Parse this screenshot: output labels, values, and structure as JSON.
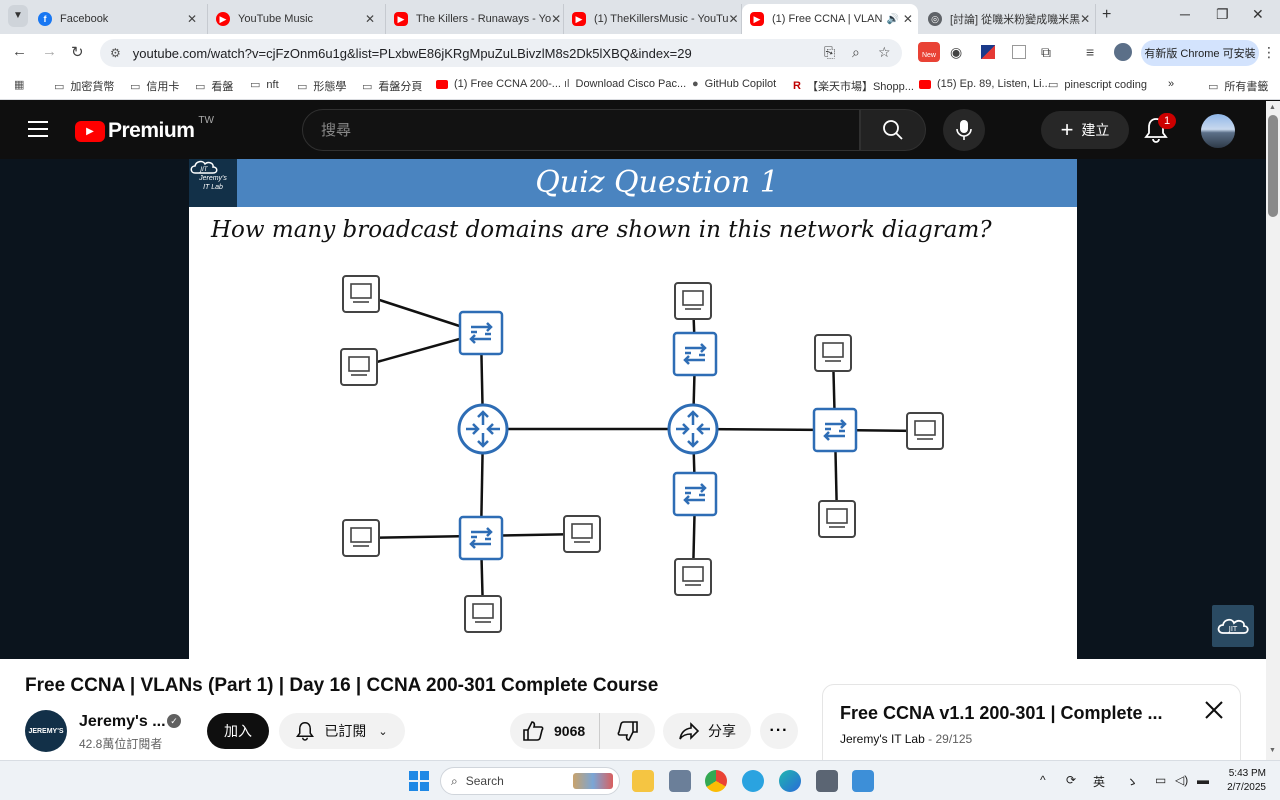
{
  "browser": {
    "tabs": [
      {
        "title": "Facebook",
        "icon": "facebook-icon"
      },
      {
        "title": "YouTube Music",
        "icon": "youtube-music-icon"
      },
      {
        "title": "The Killers - Runaways - Yo",
        "icon": "youtube-icon"
      },
      {
        "title": "(1) TheKillersMusic - YouTu",
        "icon": "youtube-icon"
      },
      {
        "title": "(1) Free CCNA | VLAN",
        "icon": "youtube-icon",
        "active": true
      },
      {
        "title": "[討論] 從嘰米粉變成嘰米黑",
        "icon": "globe-icon"
      }
    ],
    "url": "youtube.com/watch?v=cjFzOnm6u1g&list=PLxbwE86jKRgMpuZuLBivzlM8s2Dk5lXBQ&index=29",
    "update_label": "有新版 Chrome 可安裝",
    "new_badge": "New",
    "bookmarks": [
      {
        "label": "加密貨幣",
        "icon": "folder-icon"
      },
      {
        "label": "信用卡",
        "icon": "folder-icon"
      },
      {
        "label": "看盤",
        "icon": "folder-icon"
      },
      {
        "label": "nft",
        "icon": "folder-icon"
      },
      {
        "label": "形態學",
        "icon": "folder-icon"
      },
      {
        "label": "看盤分頁",
        "icon": "folder-icon"
      },
      {
        "label": "(1) Free CCNA 200-...",
        "icon": "youtube-icon"
      },
      {
        "label": "Download Cisco Pac...",
        "icon": "cisco-icon"
      },
      {
        "label": "GitHub Copilot",
        "icon": "github-icon"
      },
      {
        "label": "【楽天市場】Shopp...",
        "icon": "rakuten-icon"
      },
      {
        "label": "(15) Ep. 89, Listen, Li...",
        "icon": "youtube-icon"
      },
      {
        "label": "pinescript coding",
        "icon": "folder-icon"
      }
    ],
    "all_bookmarks": "所有書籤"
  },
  "youtube": {
    "logo_text": "Premium",
    "country_code": "TW",
    "search_placeholder": "搜尋",
    "create_label": "建立",
    "notification_count": "1"
  },
  "slide": {
    "title": "Quiz Question 1",
    "question": "How many broadcast domains are shown in this network diagram?",
    "logo_line1": "Jeremy's",
    "logo_line2": "IT Lab"
  },
  "video": {
    "title": "Free CCNA | VLANs (Part 1) | Day 16 | CCNA 200-301 Complete Course",
    "channel_name": "Jeremy's ...",
    "subscribers": "42.8萬位訂閱者",
    "channel_avatar_text": "JEREMY'S",
    "join_label": "加入",
    "subscribed_label": "已訂閱",
    "likes": "9068",
    "share_label": "分享"
  },
  "playlist": {
    "title": "Free CCNA v1.1 200-301 | Complete ...",
    "channel": "Jeremy's IT Lab",
    "position": "29/125"
  },
  "taskbar": {
    "search_label": "Search",
    "ime_label": "英",
    "time": "5:43 PM",
    "date": "2/7/2025"
  },
  "colors": {
    "slide_header": "#4a84c0",
    "device_blue": "#2e6db5",
    "youtube_red": "#ff0000"
  }
}
